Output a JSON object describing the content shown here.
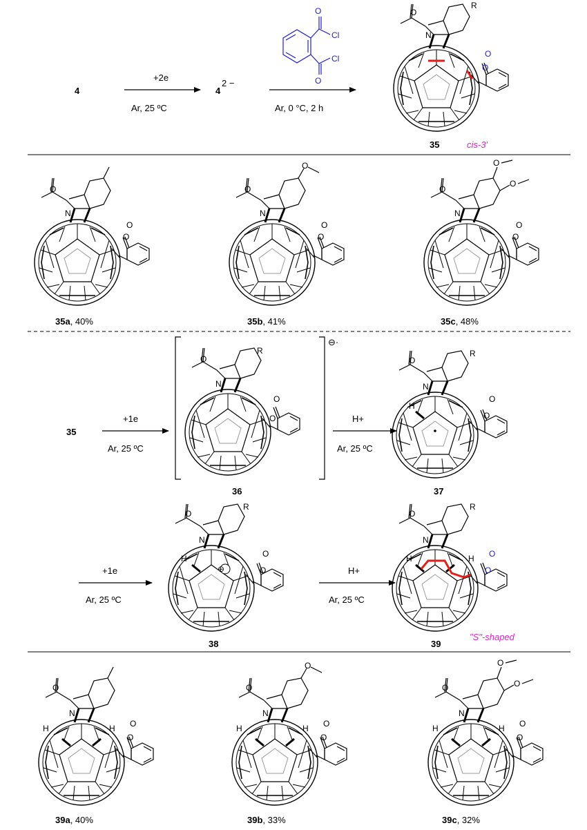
{
  "colors": {
    "ink": "#000000",
    "reagent_blue": "#1d1dd6",
    "highlight_red": "#e0201a",
    "annotation_magenta": "#e020c8",
    "fullerene_inner": "#9a9a9a"
  },
  "row1": {
    "start": "4",
    "step1": {
      "above": "+2e",
      "below": "Ar, 25 ºC"
    },
    "intermediate_num": "4",
    "intermediate_charge": "2 −",
    "reagent_atoms": {
      "o_top": "O",
      "cl_top": "Cl",
      "cl_bottom": "Cl",
      "o_bottom": "O"
    },
    "step2": {
      "below": "Ar, 0 °C, 2 h"
    },
    "product": "35",
    "product_tag": "cis-3'",
    "r_label": "R"
  },
  "row2": {
    "items": [
      {
        "id": "35a",
        "yield": ", 40%"
      },
      {
        "id": "35b",
        "yield": ", 41%"
      },
      {
        "id": "35c",
        "yield": ", 48%"
      }
    ]
  },
  "row3": {
    "start": "35",
    "step1": {
      "above": "+1e",
      "below": "Ar, 25 ºC"
    },
    "bracket_species": "36",
    "radical_anion": "⊖·",
    "step2": {
      "above": "H+",
      "below": "Ar, 25 ºC"
    },
    "product": "37"
  },
  "row4": {
    "step1": {
      "above": "+1e",
      "below": "Ar, 25 ºC"
    },
    "anion_species": "38",
    "anion_charge": "⊖",
    "step2": {
      "above": "H+",
      "below": "Ar, 25 ºC"
    },
    "product": "39",
    "product_tag": "\"S\"-shaped"
  },
  "row5": {
    "items": [
      {
        "id": "39a",
        "yield": ", 40%"
      },
      {
        "id": "39b",
        "yield": ", 33%"
      },
      {
        "id": "39c",
        "yield": ", 32%"
      }
    ]
  },
  "atoms": {
    "N": "N",
    "O": "O",
    "H": "H",
    "R": "R"
  }
}
